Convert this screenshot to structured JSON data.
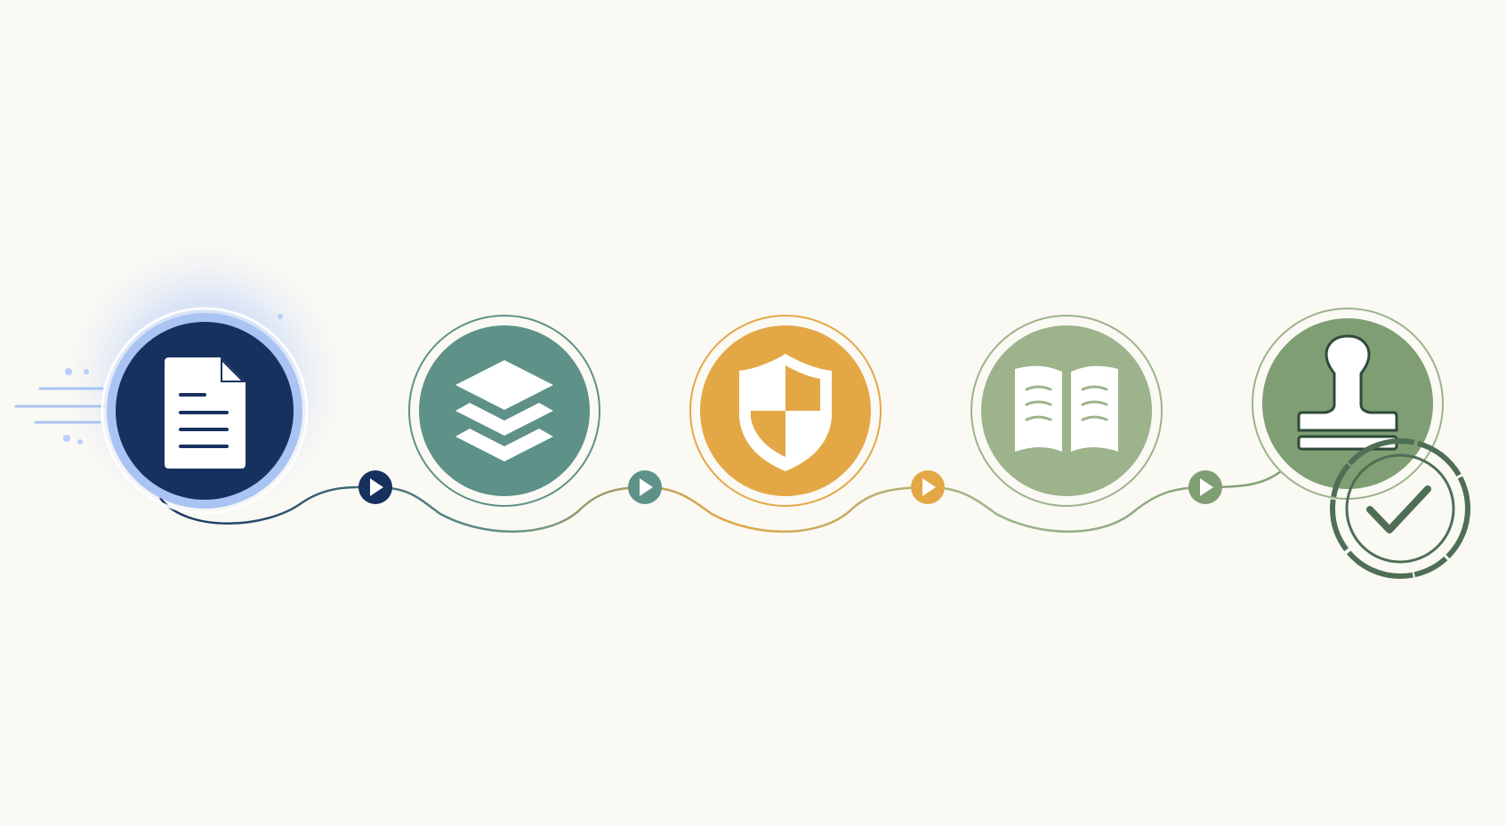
{
  "workflow": {
    "steps": [
      {
        "icon": "document-icon",
        "color": "#17315f",
        "state": "active"
      },
      {
        "icon": "layers-icon",
        "color": "#5e9188",
        "state": "pending"
      },
      {
        "icon": "shield-icon",
        "color": "#e3a845",
        "state": "pending"
      },
      {
        "icon": "open-book-icon",
        "color": "#9cb38b",
        "state": "pending"
      },
      {
        "icon": "stamp-icon",
        "color": "#7f9e73",
        "state": "pending"
      }
    ],
    "connectors": [
      {
        "icon": "play-arrow-icon",
        "color": "#17315f"
      },
      {
        "icon": "play-arrow-icon",
        "color": "#5e9188"
      },
      {
        "icon": "play-arrow-icon",
        "color": "#e3a845"
      },
      {
        "icon": "play-arrow-icon",
        "color": "#7f9e73"
      }
    ],
    "completion_badge": {
      "icon": "checkmark-icon",
      "color": "#4f6e55"
    },
    "active_glow_color": "#8fb4f6"
  }
}
